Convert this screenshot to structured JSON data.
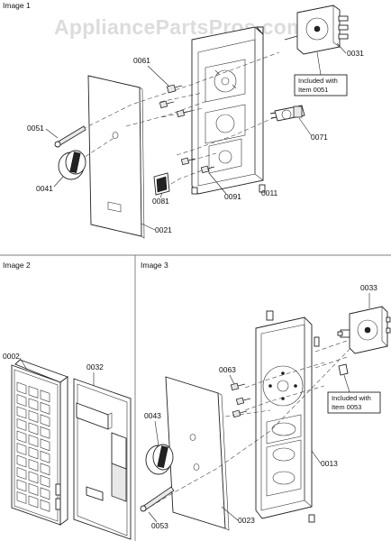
{
  "watermark": "AppliancePartsPros.com",
  "panels": {
    "image1": "Image 1",
    "image2": "Image 2",
    "image3": "Image 3"
  },
  "notes": {
    "included_0051": [
      "Included with",
      "Item 0051"
    ],
    "included_0053": [
      "Included with",
      "Item 0053"
    ]
  },
  "parts": {
    "p0031": "0031",
    "p0061": "0061",
    "p0051": "0051",
    "p0041": "0041",
    "p0071": "0071",
    "p0081": "0081",
    "p0091": "0091",
    "p0011": "0011",
    "p0021": "0021",
    "p0002": "0002",
    "p0032": "0032",
    "p0033": "0033",
    "p0063": "0063",
    "p0043": "0043",
    "p0013": "0013",
    "p0053": "0053",
    "p0023": "0023"
  }
}
